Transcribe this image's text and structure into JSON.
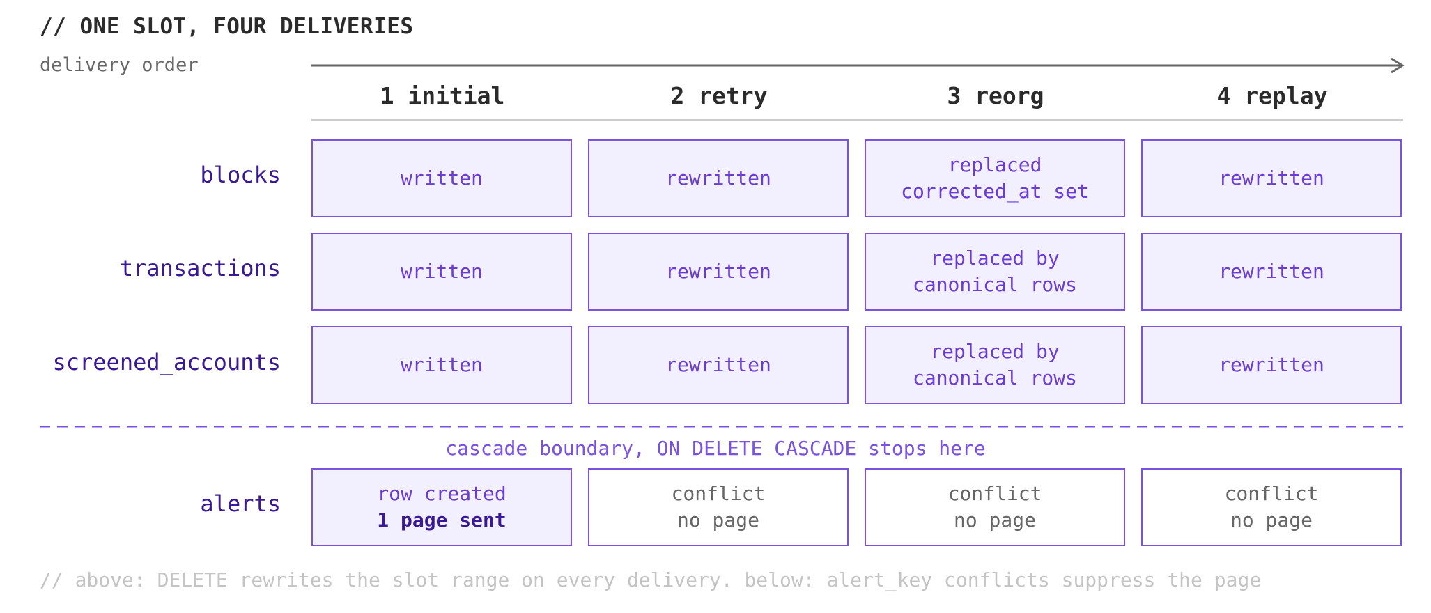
{
  "title": "// ONE SLOT, FOUR DELIVERIES",
  "axis_label": "delivery order",
  "columns": [
    "1 initial",
    "2 retry",
    "3 reorg",
    "4 replay"
  ],
  "rows": [
    {
      "label": "blocks",
      "cells": [
        {
          "lines": [
            "written"
          ]
        },
        {
          "lines": [
            "rewritten"
          ]
        },
        {
          "lines": [
            "replaced",
            "corrected_at set"
          ]
        },
        {
          "lines": [
            "rewritten"
          ]
        }
      ]
    },
    {
      "label": "transactions",
      "cells": [
        {
          "lines": [
            "written"
          ]
        },
        {
          "lines": [
            "rewritten"
          ]
        },
        {
          "lines": [
            "replaced by",
            "canonical rows"
          ]
        },
        {
          "lines": [
            "rewritten"
          ]
        }
      ]
    },
    {
      "label": "screened_accounts",
      "cells": [
        {
          "lines": [
            "written"
          ]
        },
        {
          "lines": [
            "rewritten"
          ]
        },
        {
          "lines": [
            "replaced by",
            "canonical rows"
          ]
        },
        {
          "lines": [
            "rewritten"
          ]
        }
      ]
    }
  ],
  "boundary_note": "cascade boundary, ON DELETE CASCADE stops here",
  "alerts": {
    "label": "alerts",
    "cells": [
      {
        "line1": "row created",
        "line2": "1 page sent",
        "highlight": true
      },
      {
        "line1": "conflict",
        "line2": "no page",
        "highlight": false
      },
      {
        "line1": "conflict",
        "line2": "no page",
        "highlight": false
      },
      {
        "line1": "conflict",
        "line2": "no page",
        "highlight": false
      }
    ]
  },
  "footnote": "// above: DELETE rewrites the slot range on every delivery. below: alert_key conflicts suppress the page",
  "colors": {
    "accent": "#7a52e0",
    "label": "#3a1a91",
    "cell_fill": "#f2efff",
    "muted": "#666666"
  }
}
